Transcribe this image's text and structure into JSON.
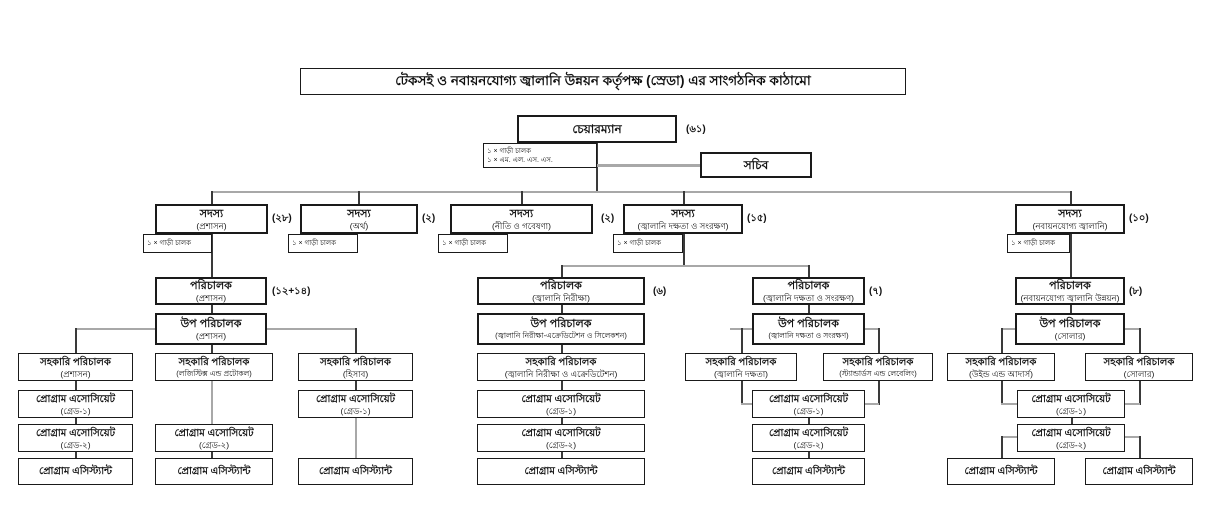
{
  "title": "টেকসই ও নবায়নযোগ্য জ্বালানি উন্নয়ন কর্তৃপক্ষ (স্রেডা) এর সাংগঠনিক কাঠামো",
  "chairman": {
    "label": "চেয়ারম্যান",
    "count": "(৬১)",
    "staff1": "১ × গাড়ী চালক",
    "staff2": "১ × এম. এল. এস. এস."
  },
  "secretary": {
    "label": "সচিব"
  },
  "members": [
    {
      "label": "সদস্য",
      "dept": "(প্রশাসন)",
      "count": "(২৮)",
      "staff": "১ × গাড়ী চালক"
    },
    {
      "label": "সদস্য",
      "dept": "(অর্থ)",
      "count": "(২)",
      "staff": "১ × গাড়ী চালক"
    },
    {
      "label": "সদস্য",
      "dept": "(নীতি ও গবেষণা)",
      "count": "(২)",
      "staff": "১ × গাড়ী চালক"
    },
    {
      "label": "সদস্য",
      "dept": "(জ্বালানি দক্ষতা ও সংরক্ষণ)",
      "count": "(১৫)",
      "staff": "১ × গাড়ী চালক"
    },
    {
      "label": "সদস্য",
      "dept": "(নবায়নযোগ্য জ্বালানি)",
      "count": "(১০)",
      "staff": "১ × গাড়ী চালক"
    }
  ],
  "directors": [
    {
      "label": "পরিচালক",
      "dept": "(প্রশাসন)",
      "count": "(১২+১৪)"
    },
    {
      "label": "পরিচালক",
      "dept": "(জ্বালানি নিরীক্ষা)",
      "count": "(৬)"
    },
    {
      "label": "পরিচালক",
      "dept": "(জ্বালানি দক্ষতা ও সংরক্ষণ)",
      "count": "(৭)"
    },
    {
      "label": "পরিচালক",
      "dept": "(নবায়নযোগ্য জ্বালানি উন্নয়ন)",
      "count": "(৮)"
    }
  ],
  "deputies": [
    {
      "label": "উপ পরিচালক",
      "dept": "(প্রশাসন)"
    },
    {
      "label": "উপ পরিচালক",
      "dept": "(জ্বালানি নিরীক্ষা-এক্রেডিটেশন ও সিলেকশন)"
    },
    {
      "label": "উপ পরিচালক",
      "dept": "(জ্বালানি দক্ষতা ও সংরক্ষণ)"
    },
    {
      "label": "উপ পরিচালক",
      "dept": "(সোলার)"
    }
  ],
  "assistants": [
    {
      "label": "সহকারি পরিচালক",
      "dept": "(প্রশাসন)"
    },
    {
      "label": "সহকারি পরিচালক",
      "dept": "(লজিস্টিক্স এন্ড প্রটোকল)"
    },
    {
      "label": "সহকারি পরিচালক",
      "dept": "(হিসাব)"
    },
    {
      "label": "সহকারি পরিচালক",
      "dept": "(জ্বালানি নিরীক্ষা ও এক্রেডিটেশন)"
    },
    {
      "label": "সহকারি পরিচালক",
      "dept": "(জ্বালানি দক্ষতা)"
    },
    {
      "label": "সহকারি পরিচালক",
      "dept": "(স্ট্যান্ডার্ডস এন্ড লেবেলিং)"
    },
    {
      "label": "সহকারি পরিচালক",
      "dept": "(উইন্ড এন্ড আদার্স)"
    },
    {
      "label": "সহকারি পরিচালক",
      "dept": "(সোলার)"
    }
  ],
  "program": {
    "associate": "প্রোগ্রাম এসোসিয়েট",
    "grade1": "(গ্রেড-১)",
    "grade2": "(গ্রেড-২)",
    "assistant": "প্রোগ্রাম এসিস্ট্যান্ট"
  },
  "colors": {
    "line_grey": "#a8a8a8",
    "line_dark": "#3a3a3a",
    "box_border": "#1a1a1a",
    "background": "#ffffff"
  }
}
